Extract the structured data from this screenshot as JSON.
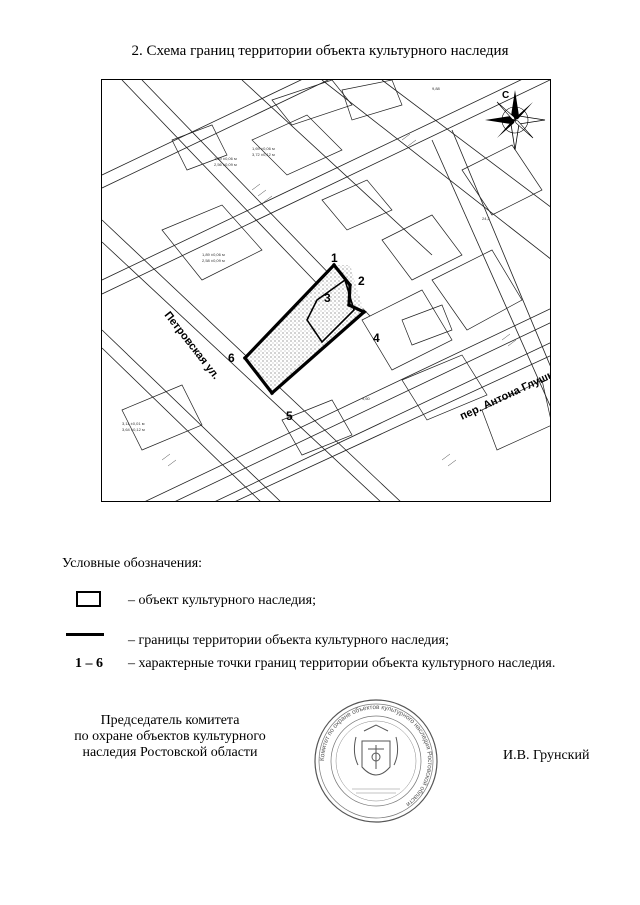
{
  "document": {
    "title": "2. Схема границ территории объекта культурного наследия"
  },
  "map": {
    "street_labels": [
      "Петровская ул.",
      "пер. Антона Глушко"
    ],
    "compass_label": "С",
    "boundary_points": [
      "1",
      "2",
      "3",
      "4",
      "5",
      "6"
    ]
  },
  "legend": {
    "title": "Условные обозначения:",
    "items": [
      {
        "symbol": "",
        "text": "– объект культурного наследия;"
      },
      {
        "symbol": "",
        "text": "– границы территории объекта культурного наследия;"
      },
      {
        "symbol": "1 – 6",
        "text": "– характерные точки границ территории объекта культурного наследия."
      }
    ]
  },
  "signature": {
    "title_lines": [
      "Председатель комитета",
      "по охране объектов культурного",
      "наследия Ростовской области"
    ],
    "name": "И.В. Грунский",
    "seal_text": "Комитет по охране объектов культурного наследия Ростовской области"
  }
}
